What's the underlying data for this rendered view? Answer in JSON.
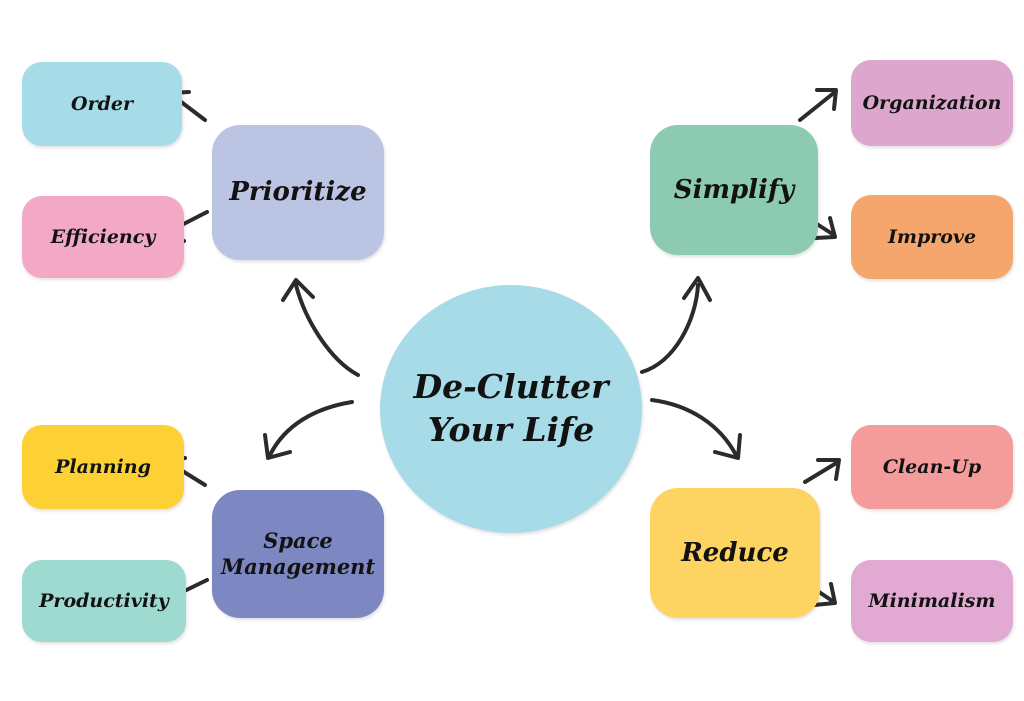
{
  "center": {
    "label": "De-Clutter Your Life",
    "color": "#a8dbe8"
  },
  "branches": [
    {
      "key": "prioritize",
      "label": "Prioritize",
      "color": "#bcc4e3",
      "children": [
        {
          "label": "Order",
          "color": "#a6dbe8"
        },
        {
          "label": "Efficiency",
          "color": "#f3a8c6"
        }
      ]
    },
    {
      "key": "simplify",
      "label": "Simplify",
      "color": "#8ccbb1",
      "children": [
        {
          "label": "Organization",
          "color": "#dda6cd"
        },
        {
          "label": "Improve",
          "color": "#f5a66c"
        }
      ]
    },
    {
      "key": "space-management",
      "label": "Space Management",
      "color": "#7d88c3",
      "children": [
        {
          "label": "Planning",
          "color": "#fdd036"
        },
        {
          "label": "Productivity",
          "color": "#9fdad0"
        }
      ]
    },
    {
      "key": "reduce",
      "label": "Reduce",
      "color": "#fdd462",
      "children": [
        {
          "label": "Clean-Up",
          "color": "#f49b9b"
        },
        {
          "label": "Minimalism",
          "color": "#e2a9d3"
        }
      ]
    }
  ]
}
